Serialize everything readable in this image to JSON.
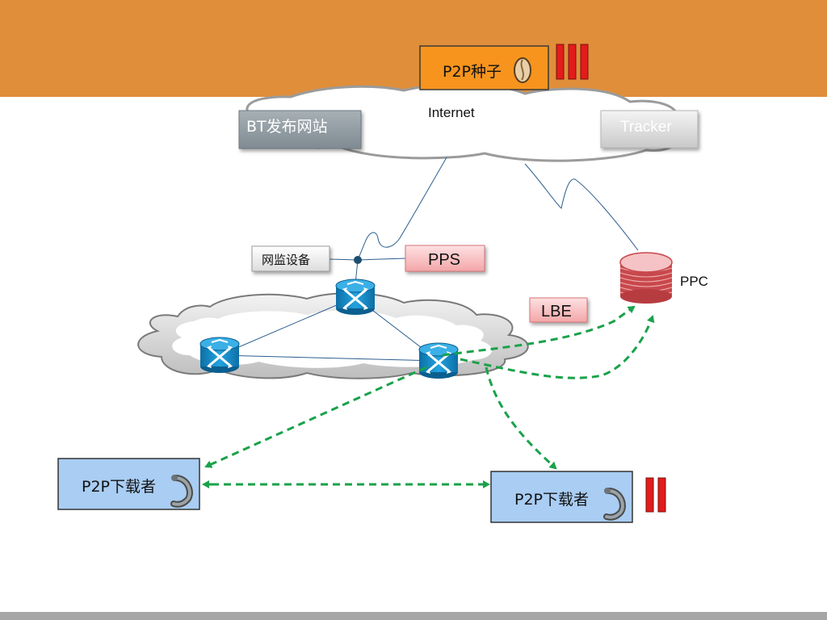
{
  "seed_box": {
    "label": "P2P种子"
  },
  "internet": {
    "label": "Internet"
  },
  "bt_site": {
    "label": "BT发布网站"
  },
  "tracker": {
    "label": "Tracker"
  },
  "monitor_device": {
    "label": "网监设备"
  },
  "pps": {
    "label": "PPS"
  },
  "ppc": {
    "label": "PPC"
  },
  "lbe": {
    "label": "LBE"
  },
  "downloader_left": {
    "label": "P2P下载者"
  },
  "downloader_right": {
    "label": "P2P下载者"
  },
  "colors": {
    "header": "#e08e3a",
    "seed_box": "#f7941e",
    "downloader": "#a9cdf3",
    "red_bar": "#e31b1b",
    "pink_box": "#f6b8b9",
    "router": "#1688c4",
    "dashed_arrow": "#1aa24a",
    "bottom_bar": "#a6a6a6"
  },
  "icons": [
    "seed-icon",
    "eel-icon",
    "router-icon",
    "database-icon"
  ]
}
